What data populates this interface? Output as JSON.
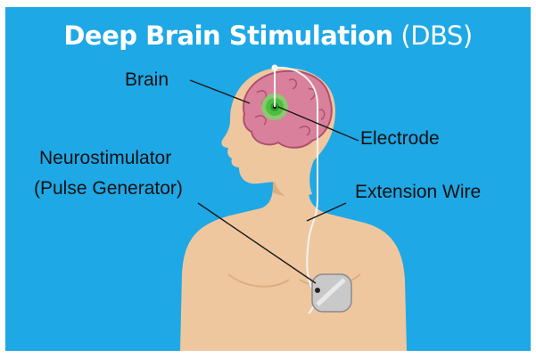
{
  "title": {
    "main": "Deep Brain Stimulation",
    "abbr": "(DBS)"
  },
  "labels": {
    "brain": "Brain",
    "electrode": "Electrode",
    "neurostimulator": "Neurostimulator",
    "pulse_generator": "(Pulse Generator)",
    "extension_wire": "Extension Wire"
  },
  "colors": {
    "background": "#1fa8e6",
    "skin": "#efc79f",
    "skin_shadow": "#dcae82",
    "brain": "#d9819c",
    "brain_lines": "#b04f6e",
    "electrode_target": "#4bbf3f",
    "device": "#c9c9c9",
    "lead_lines": "#1a1a1a"
  }
}
